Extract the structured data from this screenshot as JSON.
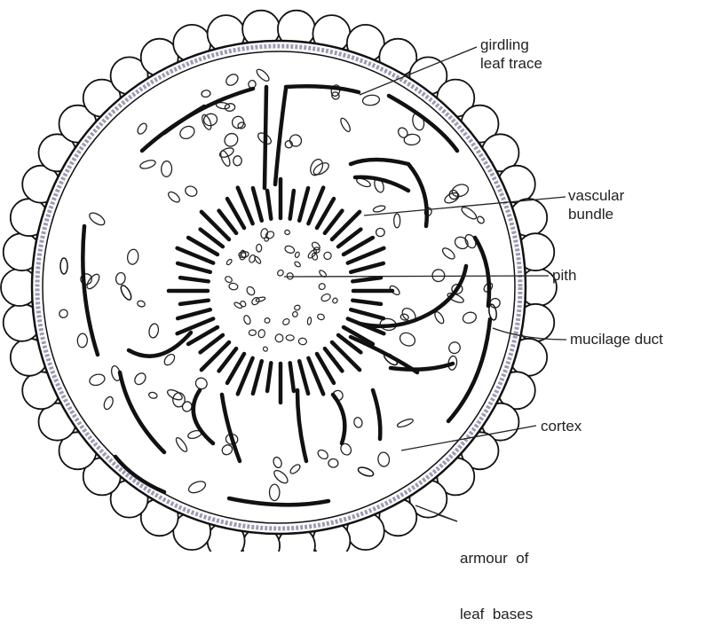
{
  "labels": {
    "girdling_leaf_trace": [
      "girdling",
      "leaf trace"
    ],
    "vascular_bundle": [
      "vascular",
      "bundle"
    ],
    "pith": [
      "pith"
    ],
    "mucilage_duct": [
      "mucilage duct"
    ],
    "cortex": [
      "cortex"
    ],
    "armour_of_leaf_bases": [
      "armour  of",
      "leaf  bases"
    ]
  },
  "colors": {
    "line": "#111111",
    "sheath": "#8a7fa0",
    "background": "#ffffff"
  }
}
